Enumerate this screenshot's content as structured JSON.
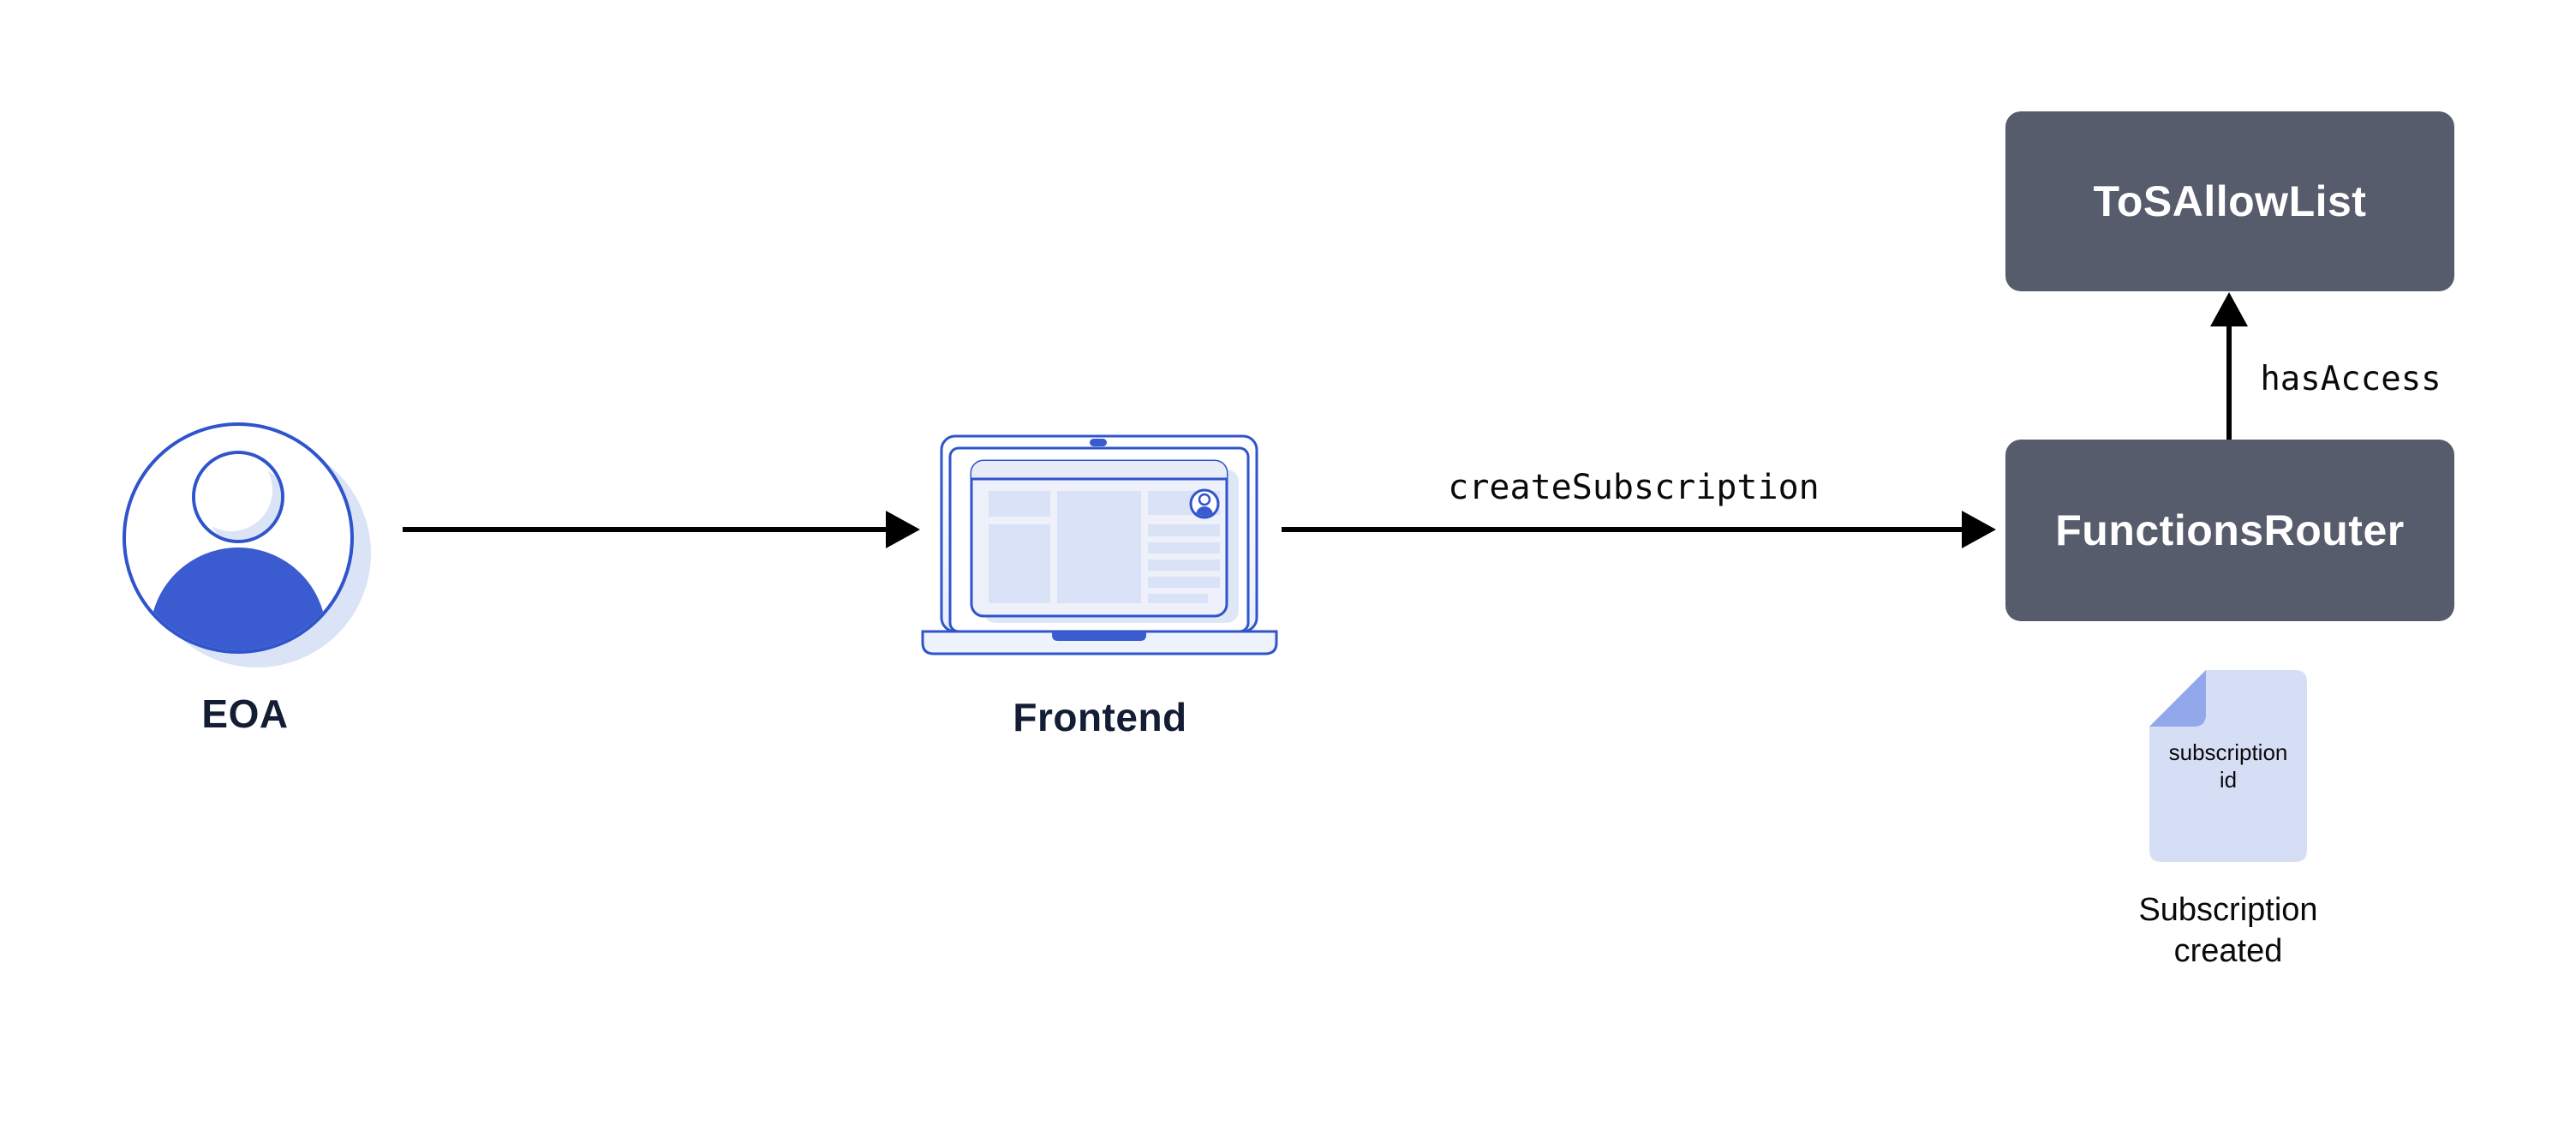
{
  "diagram_title": "",
  "nodes": {
    "eoa": {
      "label": "EOA",
      "icon": "user-avatar-icon"
    },
    "frontend": {
      "label": "Frontend",
      "icon": "laptop-icon"
    },
    "functions_router": {
      "label": "FunctionsRouter",
      "shape": "rounded-rect"
    },
    "tos_allow_list": {
      "label": "ToSAllowList",
      "shape": "rounded-rect"
    },
    "subscription_doc": {
      "icon": "document-icon",
      "doc_text": [
        "subscription",
        "id"
      ],
      "caption": [
        "Subscription",
        "created"
      ]
    }
  },
  "edges": [
    {
      "from": "eoa",
      "to": "frontend",
      "label": ""
    },
    {
      "from": "frontend",
      "to": "functions_router",
      "label": "createSubscription"
    },
    {
      "from": "functions_router",
      "to": "tos_allow_list",
      "label": "hasAccess"
    }
  ],
  "colors": {
    "background": "#ffffff",
    "box_fill": "#565c6b",
    "box_text": "#ffffff",
    "stroke_blue": "#2f54cb",
    "fill_blue": "#3a5cd0",
    "block_blue": "#d9e2f6",
    "window_bg": "#eef1fa",
    "header_bg": "#e8ecf8",
    "shadow_blue": "#dbe3f6",
    "doc_fill": "#d6def5",
    "doc_fold": "#93a8ea",
    "label_navy": "#131d33",
    "edge_black": "#0a0a0a"
  }
}
